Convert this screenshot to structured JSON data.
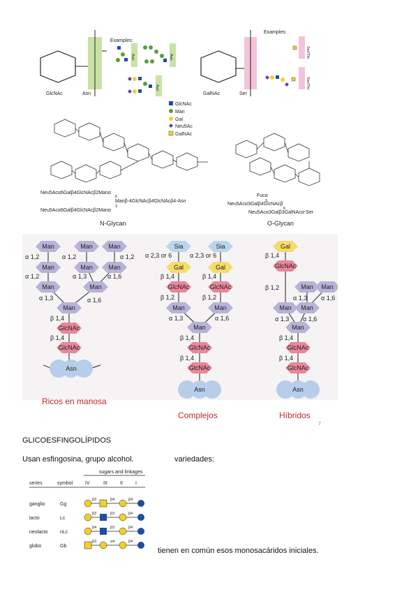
{
  "top_panel": {
    "left_labels": {
      "sugar": "GlcNAc",
      "amino": "Asn",
      "examples": "Examples:",
      "chain": [
        "Asn",
        "Asn",
        "Asn"
      ]
    },
    "right_labels": {
      "sugar": "GalNAc",
      "amino": "Ser",
      "examples": "Examples:",
      "chain": [
        "Ser/Thr",
        "Ser/Thr"
      ]
    },
    "legend": [
      "GlcNAc",
      "Man",
      "Gal",
      "Neu5Ac",
      "GalNAc"
    ],
    "n_glycan": {
      "formula_lines": [
        "Neu5Acα6Galβ4GlcNAcβ2Manα",
        "Manβ-4GlcNAcβ4GlcNAcβ4-Asn",
        "Neu5Acα6Galβ4GlcNAcβ2Manα"
      ],
      "sub_6": "6",
      "sub_3": "3",
      "title": "N-Glycan"
    },
    "o_glycan": {
      "formula_lines": [
        "Fucα",
        "Neu5Acα3Galβ4GlcNAcβ",
        "Neu5Acα3Galβ3GalNAcα-Ser"
      ],
      "sub_3": "3",
      "sub_6": "6",
      "title": "O-Glycan"
    },
    "colors": {
      "blue": "#1f4e9c",
      "green": "#5a9e3a",
      "yellow": "#f2cf2e",
      "purple": "#6a3d9a",
      "pinkbar": "#f2c3d9",
      "greenbar": "#c8e2a6"
    }
  },
  "middle_panel": {
    "background": "#f6f3f4",
    "mannose": {
      "caption": "Ricos en manosa",
      "nodes": {
        "man": "Man",
        "glcnac": "GlcNAc",
        "asn": "Asn"
      },
      "links": [
        "α 1,2",
        "α 1,2",
        "α 1,2",
        "α 1,2",
        "α 1,3",
        "α 1,6",
        "α 1,3",
        "α 1,6",
        "β 1,4",
        "β 1,4"
      ]
    },
    "complex": {
      "caption": "Complejos",
      "nodes": {
        "sia": "Sia",
        "gal": "Gal",
        "glcnac": "GlcNAc",
        "man": "Man",
        "asn": "Asn"
      },
      "links": [
        "α 2,3 or 6",
        "α 2,3 or 6",
        "β 1,4",
        "β 1,4",
        "β 1,2",
        "β 1,2",
        "α 1,3",
        "α 1,6",
        "β 1,4",
        "β 1,4"
      ]
    },
    "hybrid": {
      "caption": "Híbridos",
      "nodes": {
        "gal": "Gal",
        "glcnac": "GlcNAc",
        "man": "Man",
        "asn": "Asn"
      },
      "links": [
        "β 1,4",
        "β 1,2",
        "α 1,3",
        "α 1,6",
        "α 1,3",
        "α 1,6",
        "β 1,4",
        "β 1,4"
      ]
    },
    "page_number": "7",
    "colors": {
      "man": "#b7b2d8",
      "glcnac": "#e9879a",
      "gal": "#f5dc6a",
      "sia": "#b9d6ea",
      "asn": "#b7cde9"
    }
  },
  "document": {
    "heading": "GLICOESFINGOLÍPIDOS",
    "line1_left": "Usan esfingosina, grupo alcohol.",
    "line1_right": "variedades:",
    "table": {
      "header_top": "sugars and linkages",
      "headers": [
        "series",
        "symbol",
        "IV",
        "III",
        "II",
        "I"
      ],
      "rows": [
        {
          "series": "ganglio",
          "symbol": "Gg",
          "links": [
            "β3",
            "β4",
            "β4"
          ]
        },
        {
          "series": "lacto",
          "symbol": "Lc",
          "links": [
            "β3",
            "β3",
            "β4"
          ]
        },
        {
          "series": "neolacto",
          "symbol": "nLc",
          "links": [
            "β4",
            "β3",
            "β4"
          ]
        },
        {
          "series": "globo",
          "symbol": "Gb",
          "links": [
            "β3",
            "α4",
            "β4"
          ]
        }
      ]
    },
    "footer_text": "tienen en común esos monosacáridos iniciales."
  }
}
